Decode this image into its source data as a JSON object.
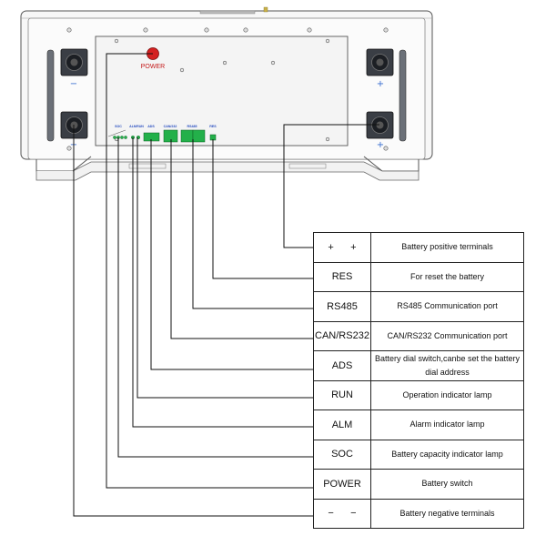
{
  "panel": {
    "power_label": "POWER",
    "port_labels": [
      "SOC",
      "ALM",
      "RUN",
      "ADS",
      "CAN/232",
      "RS485",
      "RES"
    ],
    "terminal_signs": {
      "positive": "+",
      "negative": "−"
    }
  },
  "legend": [
    {
      "code": "+      +",
      "desc": "Battery positive terminals"
    },
    {
      "code": "RES",
      "desc": "For reset the battery"
    },
    {
      "code": "RS485",
      "desc": "RS485 Communication port"
    },
    {
      "code": "CAN/RS232",
      "desc": "CAN/RS232 Communication port"
    },
    {
      "code": "ADS",
      "desc": "Battery dial switch,canbe set the battery dial address"
    },
    {
      "code": "RUN",
      "desc": "Operation indicator lamp"
    },
    {
      "code": "ALM",
      "desc": "Alarm indicator lamp"
    },
    {
      "code": "SOC",
      "desc": "Battery capacity indicator lamp"
    },
    {
      "code": "POWER",
      "desc": "Battery switch"
    },
    {
      "code": "−      −",
      "desc": "Battery negative terminals"
    }
  ],
  "colors": {
    "port_green": "#23b04a",
    "power_red": "#d42020",
    "terminal_blue": "#3a6fd0"
  }
}
